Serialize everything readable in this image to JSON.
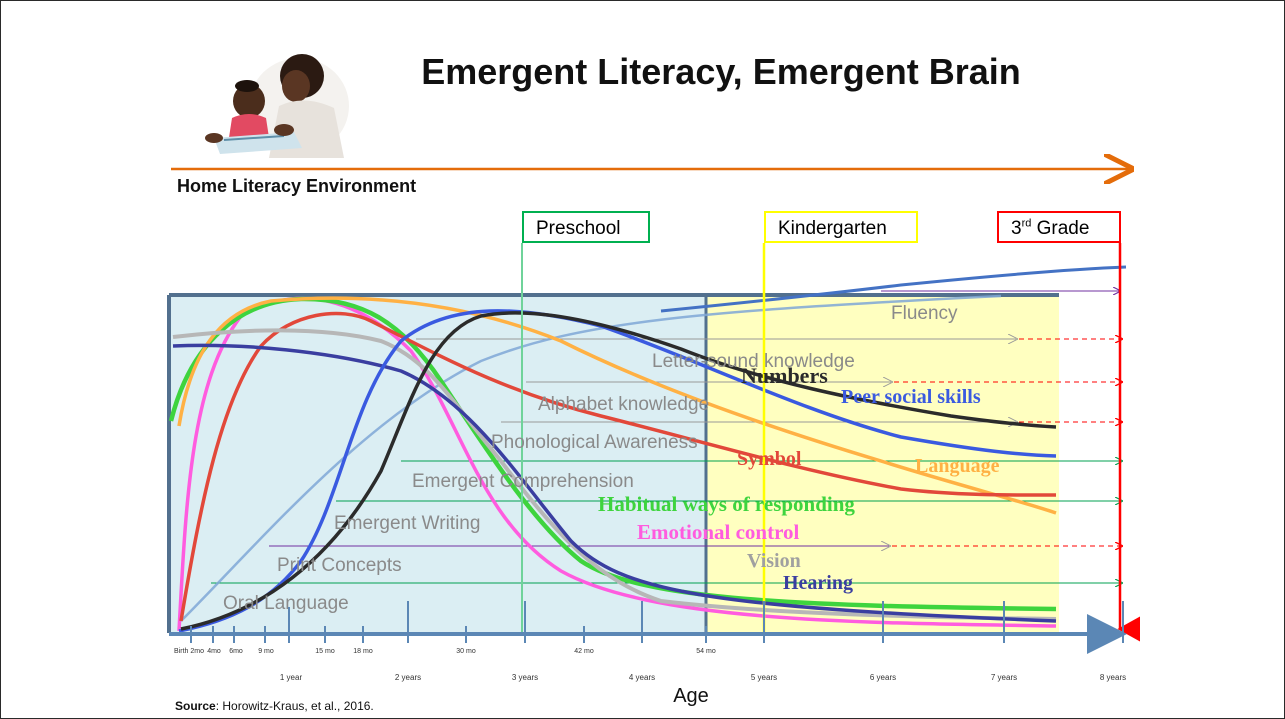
{
  "slide": {
    "title": "Emergent Literacy, Emergent Brain",
    "home_label": "Home Literacy Environment",
    "source_bold": "Source",
    "source_rest": ": Horowitz-Kraus, et al., 2016.",
    "age_label": "Age"
  },
  "stages": {
    "preschool": "Preschool",
    "kindergarten": "Kindergarten",
    "third_grade_num": "3",
    "third_grade_sup": "rd",
    "third_grade_word": " Grade"
  },
  "skills": {
    "fluency": "Fluency",
    "letter_sound": "Letter-sound knowledge",
    "alphabet": "Alphabet knowledge",
    "phonological": "Phonological Awareness",
    "comprehension": "Emergent Comprehension",
    "writing": "Emergent Writing",
    "print": "Print Concepts",
    "oral": "Oral Language"
  },
  "domains": {
    "numbers": "Numbers",
    "peer": "Peer social skills",
    "symbol": "Symbol",
    "language": "Language",
    "habitual": "Habitual ways of responding",
    "emotional": "Emotional control",
    "vision": "Vision",
    "hearing": "Hearing"
  },
  "axis": {
    "minor": [
      "Birth 2mo",
      "4mo",
      "6mo",
      "9 mo",
      "15 mo",
      "18 mo",
      "30 mo",
      "42 mo",
      "54 mo"
    ],
    "major": [
      "1 year",
      "2 years",
      "3 years",
      "4 years",
      "5 years",
      "6 years",
      "7 years",
      "8 years"
    ]
  },
  "colors": {
    "timeline_arrow": "#e46c0a",
    "preschool": "#00b050",
    "kindergarten": "#ffff00",
    "third_grade": "#ff0000",
    "early_panel": "#dbeef3",
    "later_panel": "#ffffc0"
  }
}
